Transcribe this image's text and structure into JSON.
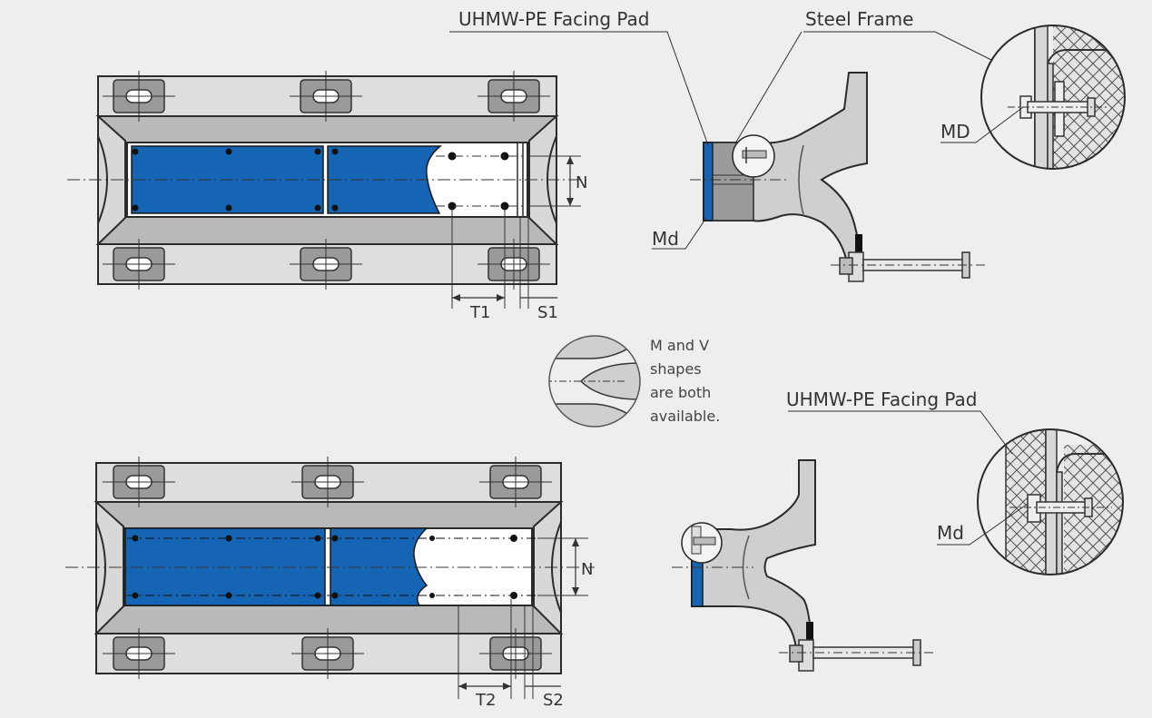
{
  "labels": {
    "uhmw_top": "UHMW-PE Facing Pad",
    "steel_frame": "Steel Frame",
    "md_upper": "MD",
    "md_top_section": "Md",
    "uhmw_bottom": "UHMW-PE Facing Pad",
    "md_lower": "Md"
  },
  "dimensions": {
    "n_top": "N",
    "t1": "T1",
    "s1": "S1",
    "n_bottom": "N",
    "t2": "T2",
    "s2": "S2"
  },
  "note": {
    "line1": "M and V",
    "line2": "shapes",
    "line3": "are both",
    "line4": "available."
  },
  "colors": {
    "background": "#efeeee",
    "facing_pad_blue": "#1565b4",
    "rubber_gray": "#cfcfcf",
    "dark_gray": "#8e8e8e",
    "line": "#2b2b2b"
  }
}
